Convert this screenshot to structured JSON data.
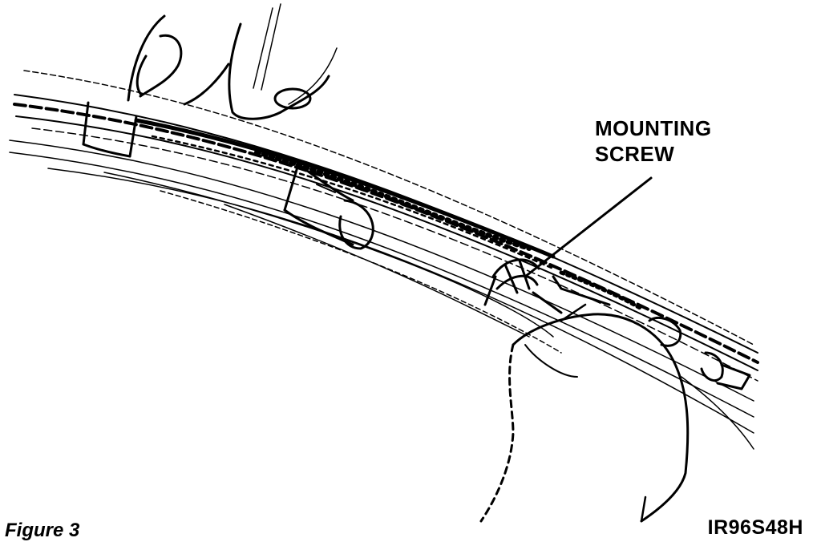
{
  "figure": {
    "callout": {
      "line1": "MOUNTING",
      "line2": "SCREW"
    },
    "caption": "Figure 3",
    "code": "IR96S48H",
    "colors": {
      "ink": "#000000",
      "paper": "#ffffff"
    }
  }
}
